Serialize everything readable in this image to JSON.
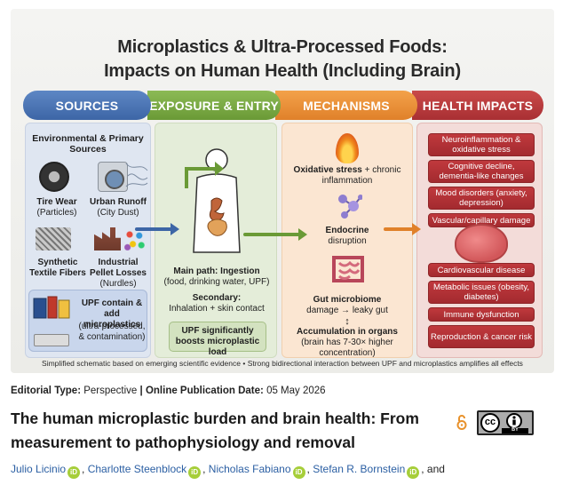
{
  "infographic": {
    "title_line1": "Microplastics & Ultra-Processed Foods:",
    "title_line2": "Impacts on Human Health (Including Brain)",
    "banners": {
      "sources": "SOURCES",
      "exposure": "EXPOSURE & ENTRY",
      "mechanisms": "MECHANISMS",
      "health": "HEALTH IMPACTS"
    },
    "sources": {
      "heading": "Environmental & Primary Sources",
      "tire_label": "Tire Wear",
      "tire_sub": "(Particles)",
      "urban_label": "Urban Runoff",
      "urban_sub": "(City Dust)",
      "textile_label": "Synthetic Textile Fibers",
      "pellet_label": "Industrial Pellet Losses",
      "pellet_sub": "(Nurdles)",
      "ufp_title": "UPF contain & add microplastics",
      "ufp_sub": "(ultra-processed, & contamination)"
    },
    "exposure": {
      "main_path": "Main path: Ingestion",
      "main_path_sub": "(food, drinking water, UPF)",
      "secondary": "Secondary:",
      "secondary_sub": "Inhalation + skin contact",
      "boost": "UPF significantly boosts microplastic load"
    },
    "mechanisms": {
      "oxidative_bold": "Oxidative stress",
      "oxidative_rest": " + chronic inflammation",
      "endocrine_bold": "Endocrine",
      "endocrine_rest": "disruption",
      "gut_bold": "Gut microbiome",
      "gut_rest": "damage → leaky gut",
      "updown": "↕",
      "accum_bold": "Accumulation in organs",
      "accum_rest": "(brain has 7-30× higher concentration)"
    },
    "health": {
      "items": [
        "Neuroinflammation & oxidative stress",
        "Cognitive decline, dementia-like changes",
        "Mood disorders (anxiety, depression)",
        "Vascular/capillary damage",
        "Cardiovascular disease",
        "Metabolic issues (obesity, diabetes)",
        "Immune dysfunction",
        "Reproduction & cancer risk"
      ]
    },
    "caption": "Simplified schematic based on emerging scientific evidence • Strong bidirectional interaction between UPF and microplastics amplifies all effects"
  },
  "article": {
    "type_label": "Editorial Type:",
    "type_value": "Perspective",
    "divider": "|",
    "date_label": "Online Publication Date:",
    "date_value": "05 May 2026",
    "title_line1": "The human microplastic burden and brain health: From",
    "title_line2": "measurement to pathophysiology and removal",
    "license_cc": "cc",
    "license_by": "BY",
    "authors": [
      "Julio Licinio",
      "Charlotte Steenblock",
      "Nicholas Fabiano",
      "Stefan R. Bornstein"
    ],
    "authors_tail": ", and",
    "orcid_glyph": "iD"
  },
  "colors": {
    "sources": "#4a74b4",
    "exposure": "#7aaa44",
    "mechanisms": "#ea9235",
    "health": "#b83438",
    "orcid": "#a6ce39",
    "author_link": "#2b5fa3"
  }
}
